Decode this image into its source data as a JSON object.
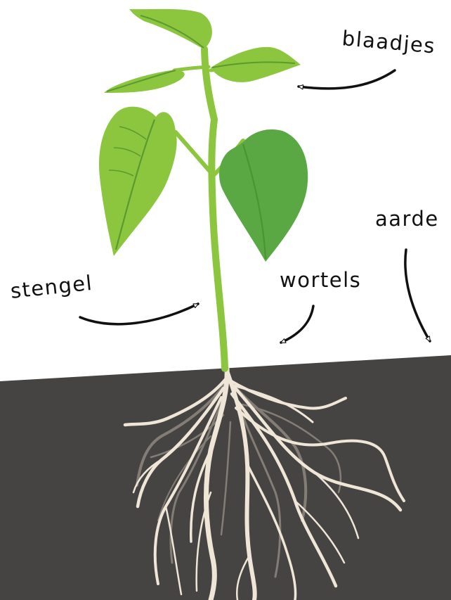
{
  "labels": {
    "leaves": "blaadjes",
    "soil": "aarde",
    "roots": "wortels",
    "stem": "stengel"
  },
  "colors": {
    "background": "#ffffff",
    "soil": "#464442",
    "leaf_light": "#8cc63f",
    "leaf_mid": "#7bbd3c",
    "leaf_dark": "#5aa843",
    "leaf_vein": "#5b9a2f",
    "stem": "#8cc63f",
    "root": "#efe6d8",
    "root_shadow": "#8e8780",
    "arrow": "#111111",
    "label_text": "#111111"
  }
}
